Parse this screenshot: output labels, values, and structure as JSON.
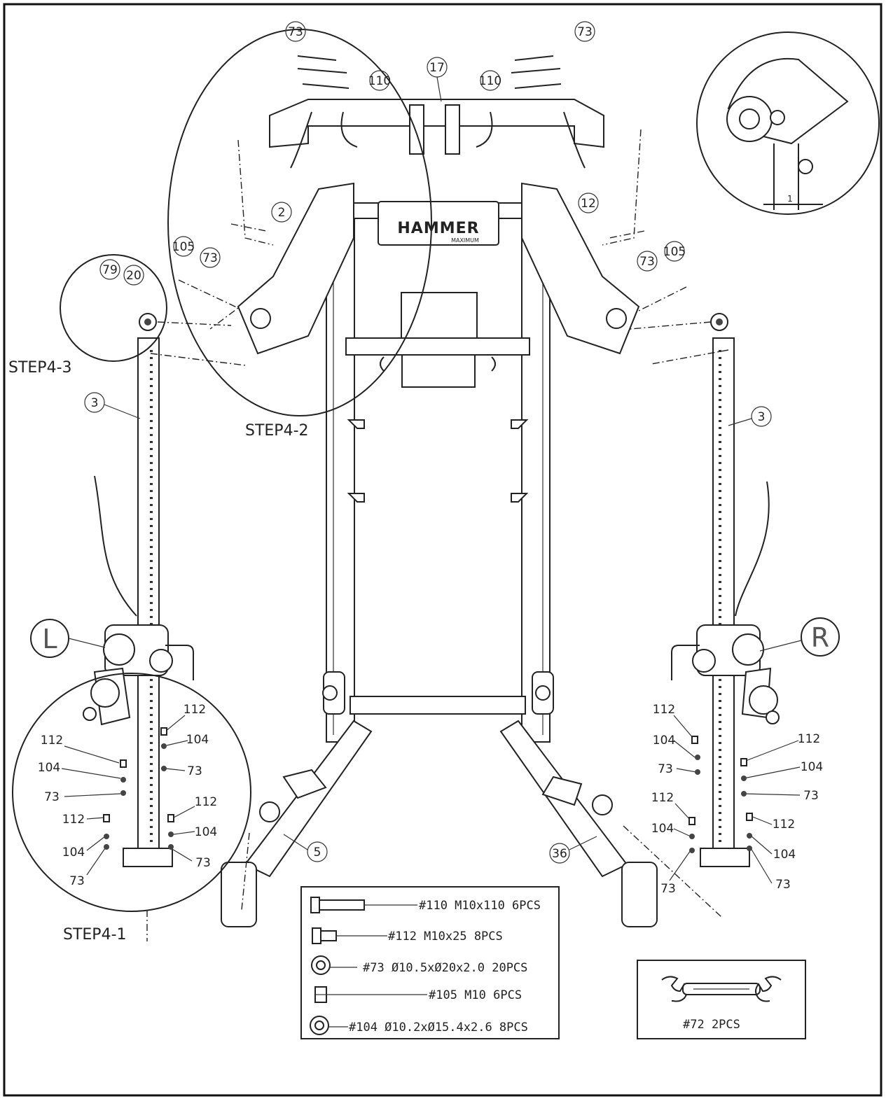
{
  "parts": {
    "p73": "73",
    "p110": "110",
    "p17": "17",
    "p2": "2",
    "p12": "12",
    "p105": "105",
    "p79": "79",
    "p20": "20",
    "p3": "3",
    "p5": "5",
    "p36": "36",
    "p112": "112",
    "p104": "104"
  },
  "steps": {
    "step1": "STEP4-1",
    "step2": "STEP4-2",
    "step3": "STEP4-3"
  },
  "side_marks": {
    "left": "L",
    "right": "R"
  },
  "brand": {
    "name": "HAMMER",
    "sub": "MAXIMUM"
  },
  "hardware": [
    {
      "text": "#110  M10x110  6PCS",
      "icon": "long-bolt-icon"
    },
    {
      "text": "#112  M10x25  8PCS",
      "icon": "short-bolt-icon"
    },
    {
      "text": "#73   Ø10.5xØ20x2.0    20PCS",
      "icon": "flat-washer-icon"
    },
    {
      "text": "#105  M10    6PCS",
      "icon": "nut-icon"
    },
    {
      "text": "#104  Ø10.2xØ15.4x2.6   8PCS",
      "icon": "spring-washer-icon"
    }
  ],
  "tool": {
    "text": "#72    2PCS",
    "icon": "wrench-icon"
  }
}
